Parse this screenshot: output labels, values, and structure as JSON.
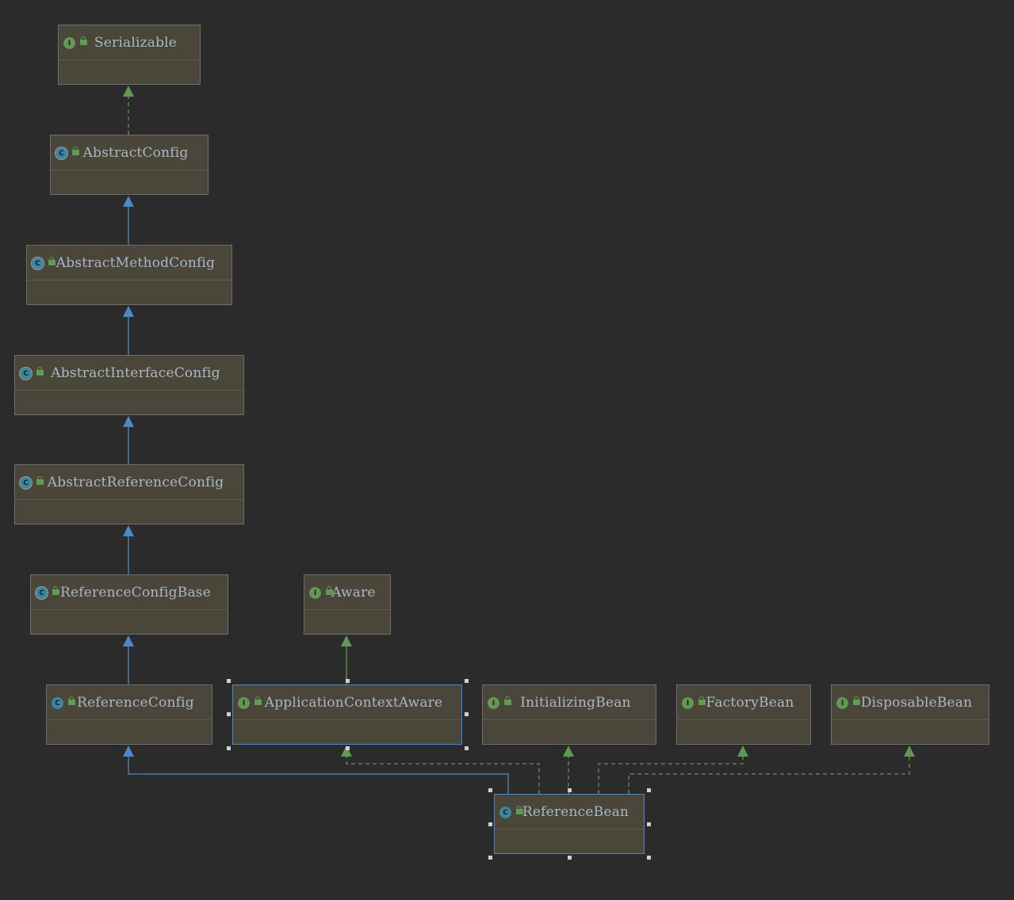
{
  "nodes": {
    "serializable": {
      "name": "Serializable",
      "kind": "interface",
      "icon": "I"
    },
    "abstract_config": {
      "name": "AbstractConfig",
      "kind": "abstract-class",
      "icon": "C"
    },
    "abstract_method_config": {
      "name": "AbstractMethodConfig",
      "kind": "abstract-class",
      "icon": "C"
    },
    "abstract_interface_config": {
      "name": "AbstractInterfaceConfig",
      "kind": "abstract-class",
      "icon": "C"
    },
    "abstract_reference_config": {
      "name": "AbstractReferenceConfig",
      "kind": "abstract-class",
      "icon": "C"
    },
    "reference_config_base": {
      "name": "ReferenceConfigBase",
      "kind": "abstract-class",
      "icon": "C"
    },
    "aware": {
      "name": "Aware",
      "kind": "interface",
      "icon": "I"
    },
    "reference_config": {
      "name": "ReferenceConfig",
      "kind": "class",
      "icon": "C"
    },
    "application_context_aware": {
      "name": "ApplicationContextAware",
      "kind": "interface",
      "icon": "I"
    },
    "initializing_bean": {
      "name": "InitializingBean",
      "kind": "interface",
      "icon": "I"
    },
    "factory_bean": {
      "name": "FactoryBean",
      "kind": "interface",
      "icon": "I"
    },
    "disposable_bean": {
      "name": "DisposableBean",
      "kind": "interface",
      "icon": "I"
    },
    "reference_bean": {
      "name": "ReferenceBean",
      "kind": "class",
      "icon": "C"
    }
  },
  "edges": [
    {
      "from": "abstract_config",
      "to": "serializable",
      "type": "implements"
    },
    {
      "from": "abstract_method_config",
      "to": "abstract_config",
      "type": "extends"
    },
    {
      "from": "abstract_interface_config",
      "to": "abstract_method_config",
      "type": "extends"
    },
    {
      "from": "abstract_reference_config",
      "to": "abstract_interface_config",
      "type": "extends"
    },
    {
      "from": "reference_config_base",
      "to": "abstract_reference_config",
      "type": "extends"
    },
    {
      "from": "reference_config",
      "to": "reference_config_base",
      "type": "extends"
    },
    {
      "from": "application_context_aware",
      "to": "aware",
      "type": "extends-interface"
    },
    {
      "from": "reference_bean",
      "to": "reference_config",
      "type": "extends"
    },
    {
      "from": "reference_bean",
      "to": "application_context_aware",
      "type": "implements"
    },
    {
      "from": "reference_bean",
      "to": "initializing_bean",
      "type": "implements"
    },
    {
      "from": "reference_bean",
      "to": "factory_bean",
      "type": "implements"
    },
    {
      "from": "reference_bean",
      "to": "disposable_bean",
      "type": "implements"
    }
  ],
  "colors": {
    "background": "#2b2b2b",
    "node_fill": "#4a4639",
    "node_border": "#6e6e6e",
    "selected_border": "#4a88c7",
    "extends_edge": "#4a88c7",
    "implements_edge": "#629755",
    "text": "#a9b7c6"
  }
}
